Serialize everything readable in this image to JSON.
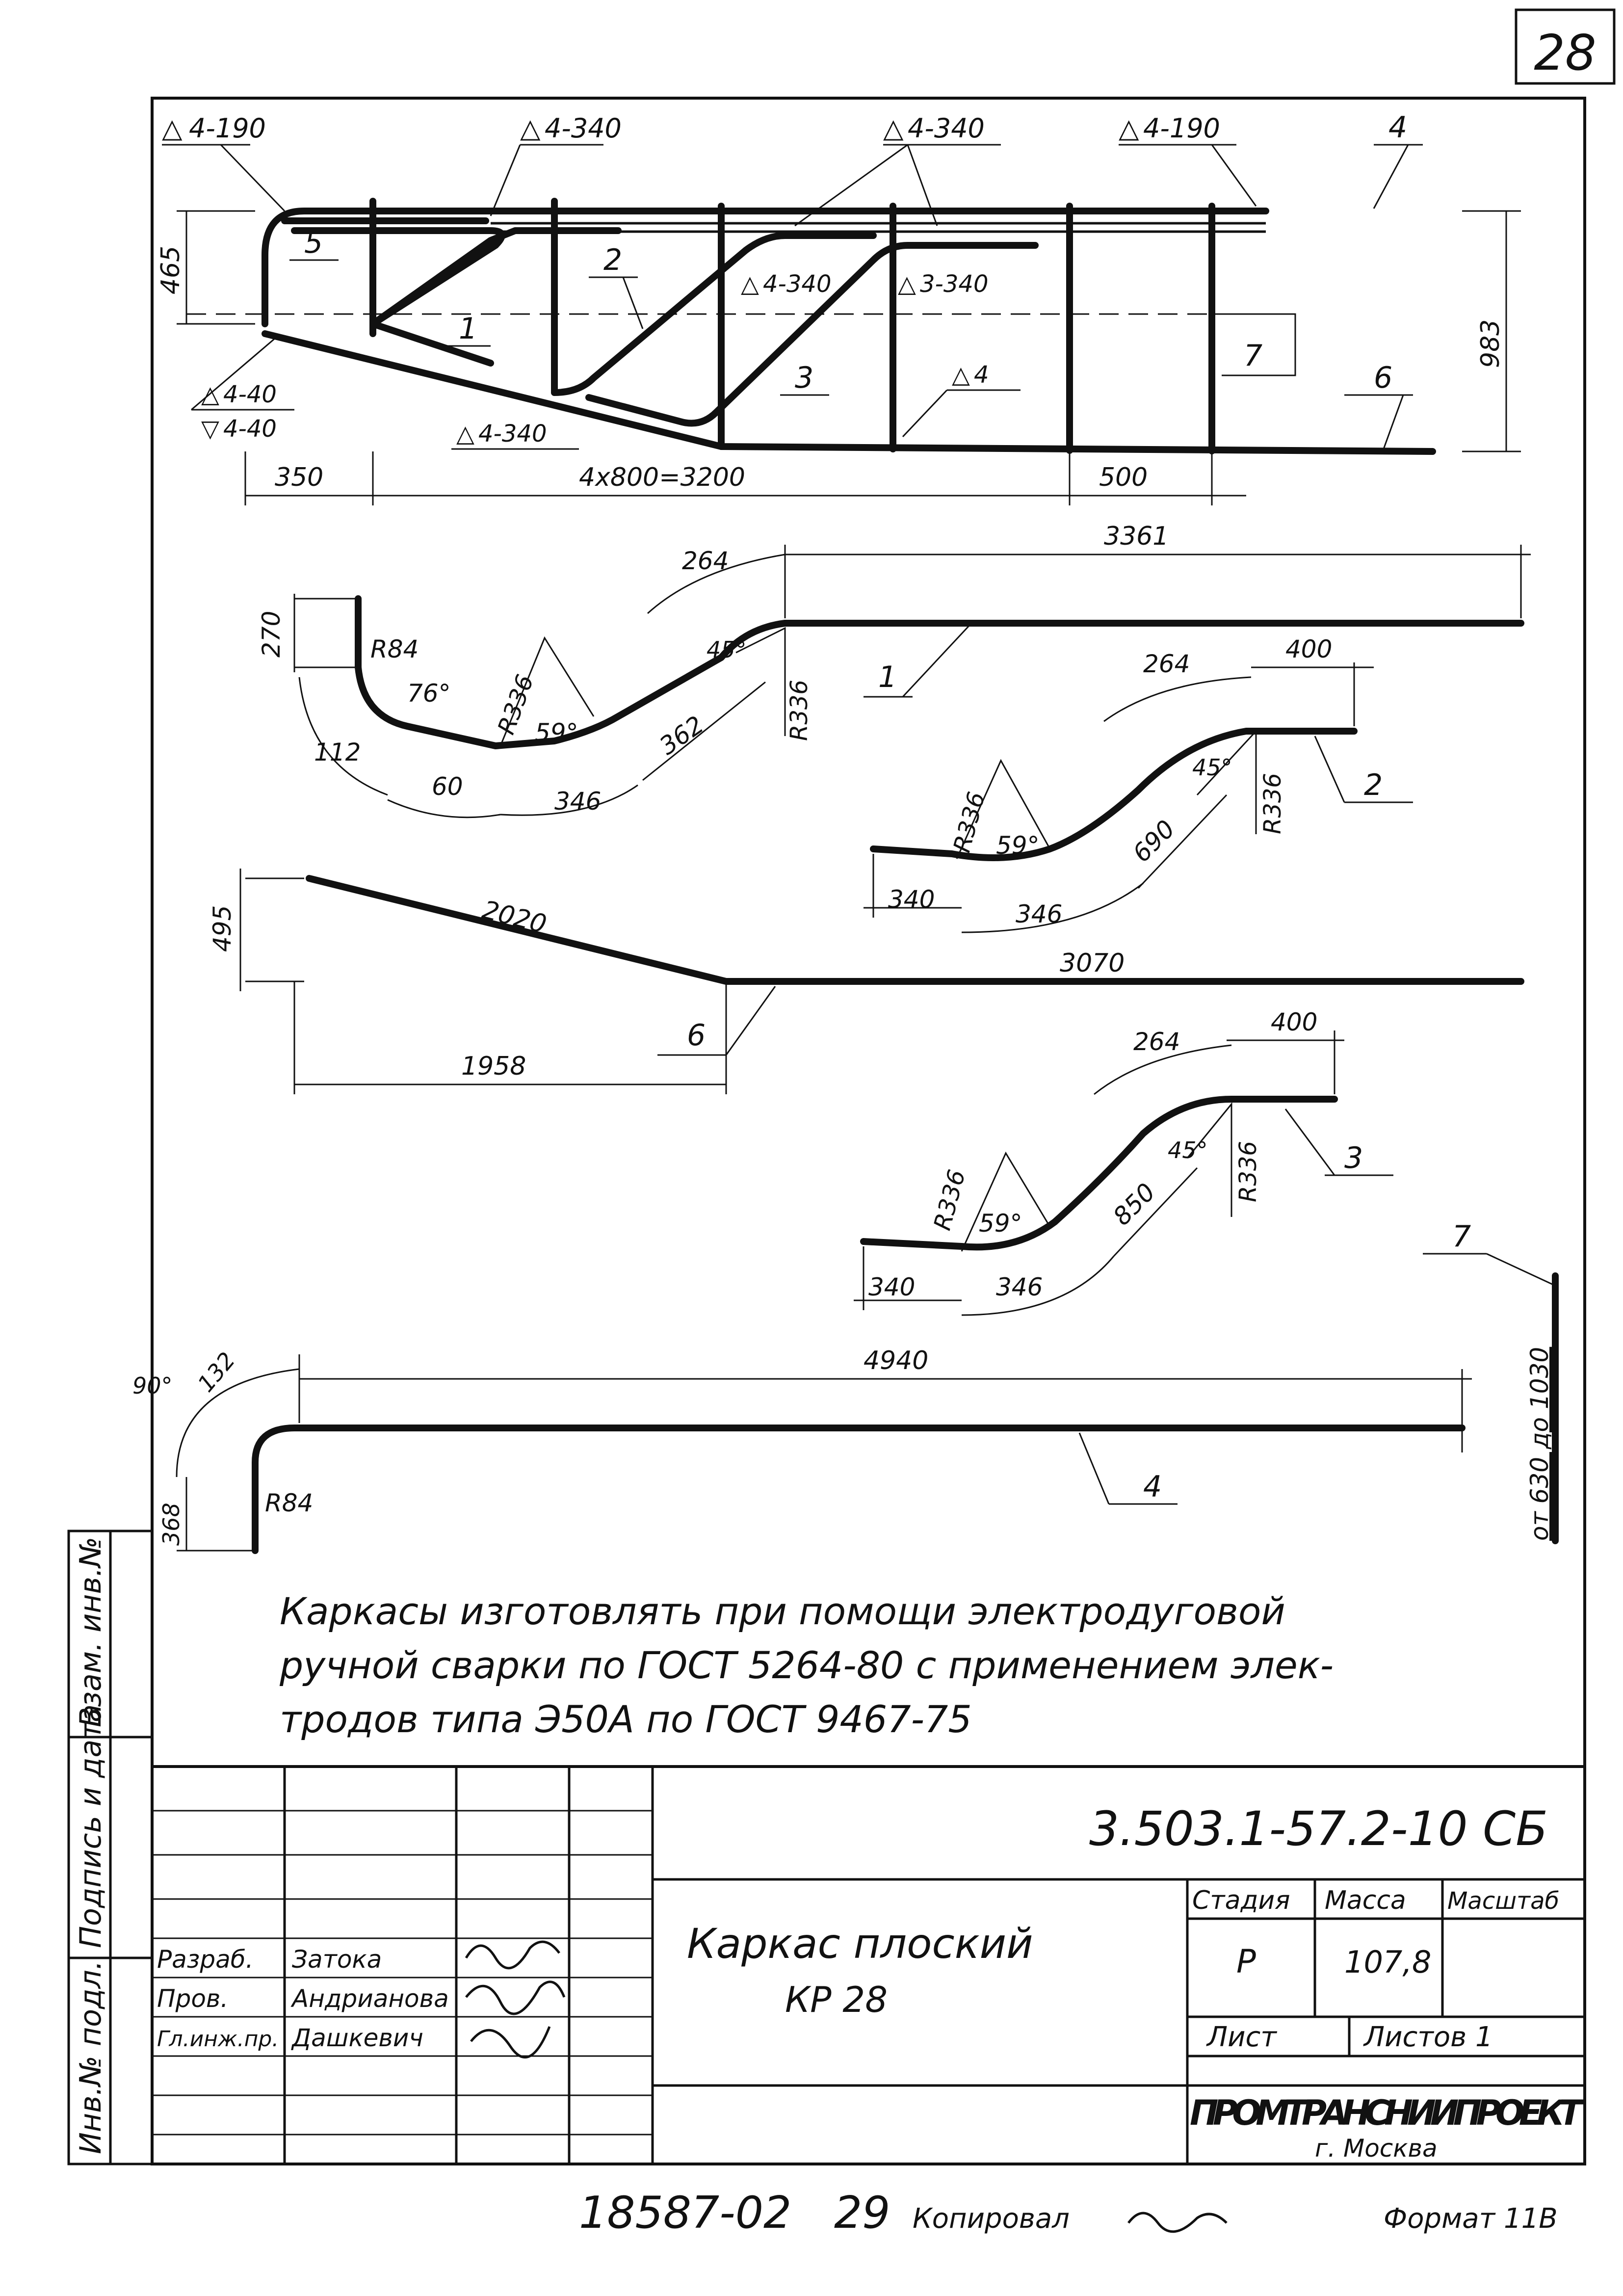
{
  "sheet_number": "28",
  "elevation": {
    "weld_callouts": [
      "4-190",
      "4-340",
      "4-340",
      "4-190",
      "4-340",
      "3-340",
      "4-40",
      "4-40",
      "4-340",
      "4"
    ],
    "position_marks": [
      "4",
      "5",
      "2",
      "1",
      "3",
      "7",
      "6"
    ],
    "dimensions": {
      "height_left": "465",
      "height_right": "983",
      "bottom_left": "350",
      "bottom_middle": "4x800=3200",
      "bottom_right": "500"
    }
  },
  "bar_details": {
    "bar1": {
      "mark": "1",
      "dims": [
        "270",
        "R84",
        "76°",
        "112",
        "60",
        "R336",
        "59°",
        "346",
        "362",
        "264",
        "45°",
        "R336",
        "3361"
      ]
    },
    "bar2": {
      "mark": "2",
      "dims": [
        "R336",
        "59°",
        "340",
        "346",
        "690",
        "264",
        "45°",
        "400",
        "R336"
      ]
    },
    "bar3": {
      "mark": "3",
      "dims": [
        "R336",
        "59°",
        "340",
        "346",
        "850",
        "264",
        "45°",
        "400",
        "R336"
      ]
    },
    "bar4": {
      "mark": "4",
      "dims": [
        "90°",
        "132",
        "368",
        "R84",
        "4940"
      ]
    },
    "bar6": {
      "mark": "6",
      "dims": [
        "495",
        "2020",
        "3070",
        "1958"
      ]
    },
    "bar7": {
      "mark": "7",
      "length_note": "от 630 до 1030"
    }
  },
  "notes": [
    "Каркасы изготовлять при помощи электродуговой",
    "ручной сварки по ГОСТ 5264-80 с применением элек-",
    "тродов типа Э50А по ГОСТ 9467-75"
  ],
  "side_stamp": {
    "inv_replaced": "Взам. инв.№",
    "sign_date": "Подпись и дата",
    "inv_original": "Инв.№ подл."
  },
  "title_block": {
    "doc_code": "3.503.1-57.2-10 СБ",
    "name_line1": "Каркас плоский",
    "name_line2": "КР 28",
    "col_stage": "Стадия",
    "col_mass": "Масса",
    "col_scale": "Масштаб",
    "stage": "Р",
    "mass": "107,8",
    "scale": "",
    "sheet_label": "Лист",
    "sheets_label": "Листов 1",
    "org": "ПРОМТРАНСНИИПРОЕКТ",
    "city": "г. Москва",
    "roles": [
      {
        "role": "Разраб.",
        "name": "Затока"
      },
      {
        "role": "Пров.",
        "name": "Андрианова"
      },
      {
        "role": "Гл.инж.пр.",
        "name": "Дашкевич"
      }
    ]
  },
  "footer": {
    "inventory": "18587-02",
    "sheet_seq": "29",
    "copied": "Копировал",
    "format": "Формат 11В"
  }
}
